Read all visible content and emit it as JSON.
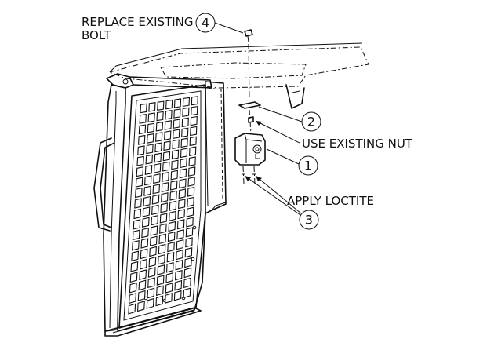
{
  "callouts": [
    {
      "number": "4",
      "text": [
        "REPLACE EXISTING",
        "BOLT"
      ]
    },
    {
      "number": "2",
      "text": []
    },
    {
      "number": "",
      "text": [
        "USE EXISTING NUT"
      ]
    },
    {
      "number": "1",
      "text": []
    },
    {
      "number": "",
      "text": [
        "APPLY LOCTITE"
      ]
    },
    {
      "number": "3",
      "text": []
    }
  ]
}
